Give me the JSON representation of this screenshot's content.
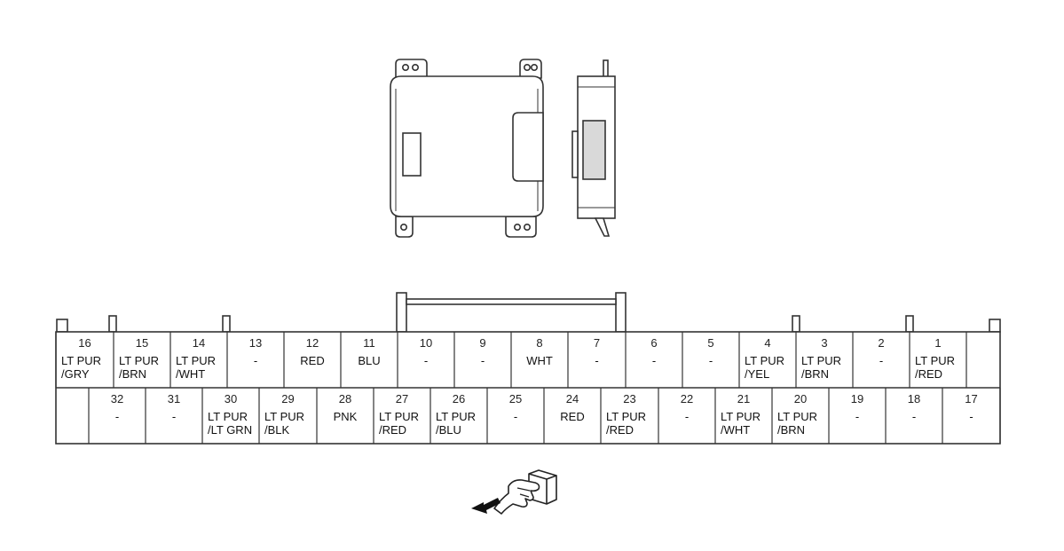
{
  "connector": {
    "top_row": [
      {
        "pin": "16",
        "color": [
          "LT PUR",
          "/GRY"
        ]
      },
      {
        "pin": "15",
        "color": [
          "LT PUR",
          "/BRN"
        ]
      },
      {
        "pin": "14",
        "color": [
          "LT PUR",
          "/WHT"
        ]
      },
      {
        "pin": "13",
        "color": [
          "-"
        ]
      },
      {
        "pin": "12",
        "color": [
          "RED"
        ]
      },
      {
        "pin": "11",
        "color": [
          "BLU"
        ]
      },
      {
        "pin": "10",
        "color": [
          "-"
        ]
      },
      {
        "pin": "9",
        "color": [
          "-"
        ]
      },
      {
        "pin": "8",
        "color": [
          "WHT"
        ]
      },
      {
        "pin": "7",
        "color": [
          "-"
        ]
      },
      {
        "pin": "6",
        "color": [
          "-"
        ]
      },
      {
        "pin": "5",
        "color": [
          "-"
        ]
      },
      {
        "pin": "4",
        "color": [
          "LT PUR",
          "/YEL"
        ]
      },
      {
        "pin": "3",
        "color": [
          "LT PUR",
          "/BRN"
        ]
      },
      {
        "pin": "2",
        "color": [
          "-"
        ]
      },
      {
        "pin": "1",
        "color": [
          "LT PUR",
          "/RED"
        ]
      }
    ],
    "bottom_row": [
      {
        "pin": "32",
        "color": [
          "-"
        ]
      },
      {
        "pin": "31",
        "color": [
          "-"
        ]
      },
      {
        "pin": "30",
        "color": [
          "LT PUR",
          "/LT GRN"
        ]
      },
      {
        "pin": "29",
        "color": [
          "LT PUR",
          "/BLK"
        ]
      },
      {
        "pin": "28",
        "color": [
          "PNK"
        ]
      },
      {
        "pin": "27",
        "color": [
          "LT PUR",
          "/RED"
        ]
      },
      {
        "pin": "26",
        "color": [
          "LT PUR",
          "/BLU"
        ]
      },
      {
        "pin": "25",
        "color": [
          "-"
        ]
      },
      {
        "pin": "24",
        "color": [
          "RED"
        ]
      },
      {
        "pin": "23",
        "color": [
          "LT PUR",
          "/RED"
        ]
      },
      {
        "pin": "22",
        "color": [
          "-"
        ]
      },
      {
        "pin": "21",
        "color": [
          "LT PUR",
          "/WHT"
        ]
      },
      {
        "pin": "20",
        "color": [
          "LT PUR",
          "/BRN"
        ]
      },
      {
        "pin": "19",
        "color": [
          "-"
        ]
      },
      {
        "pin": "18",
        "color": [
          "-"
        ]
      },
      {
        "pin": "17",
        "color": [
          "-"
        ]
      }
    ]
  },
  "icons": {
    "module_front": "module-front-icon",
    "module_side": "module-side-icon",
    "connector_view": "hand-pointing-connector-icon"
  },
  "colors": {
    "line": "#333333",
    "fill": "#ffffff",
    "window_fill": "#d9d9d9"
  }
}
